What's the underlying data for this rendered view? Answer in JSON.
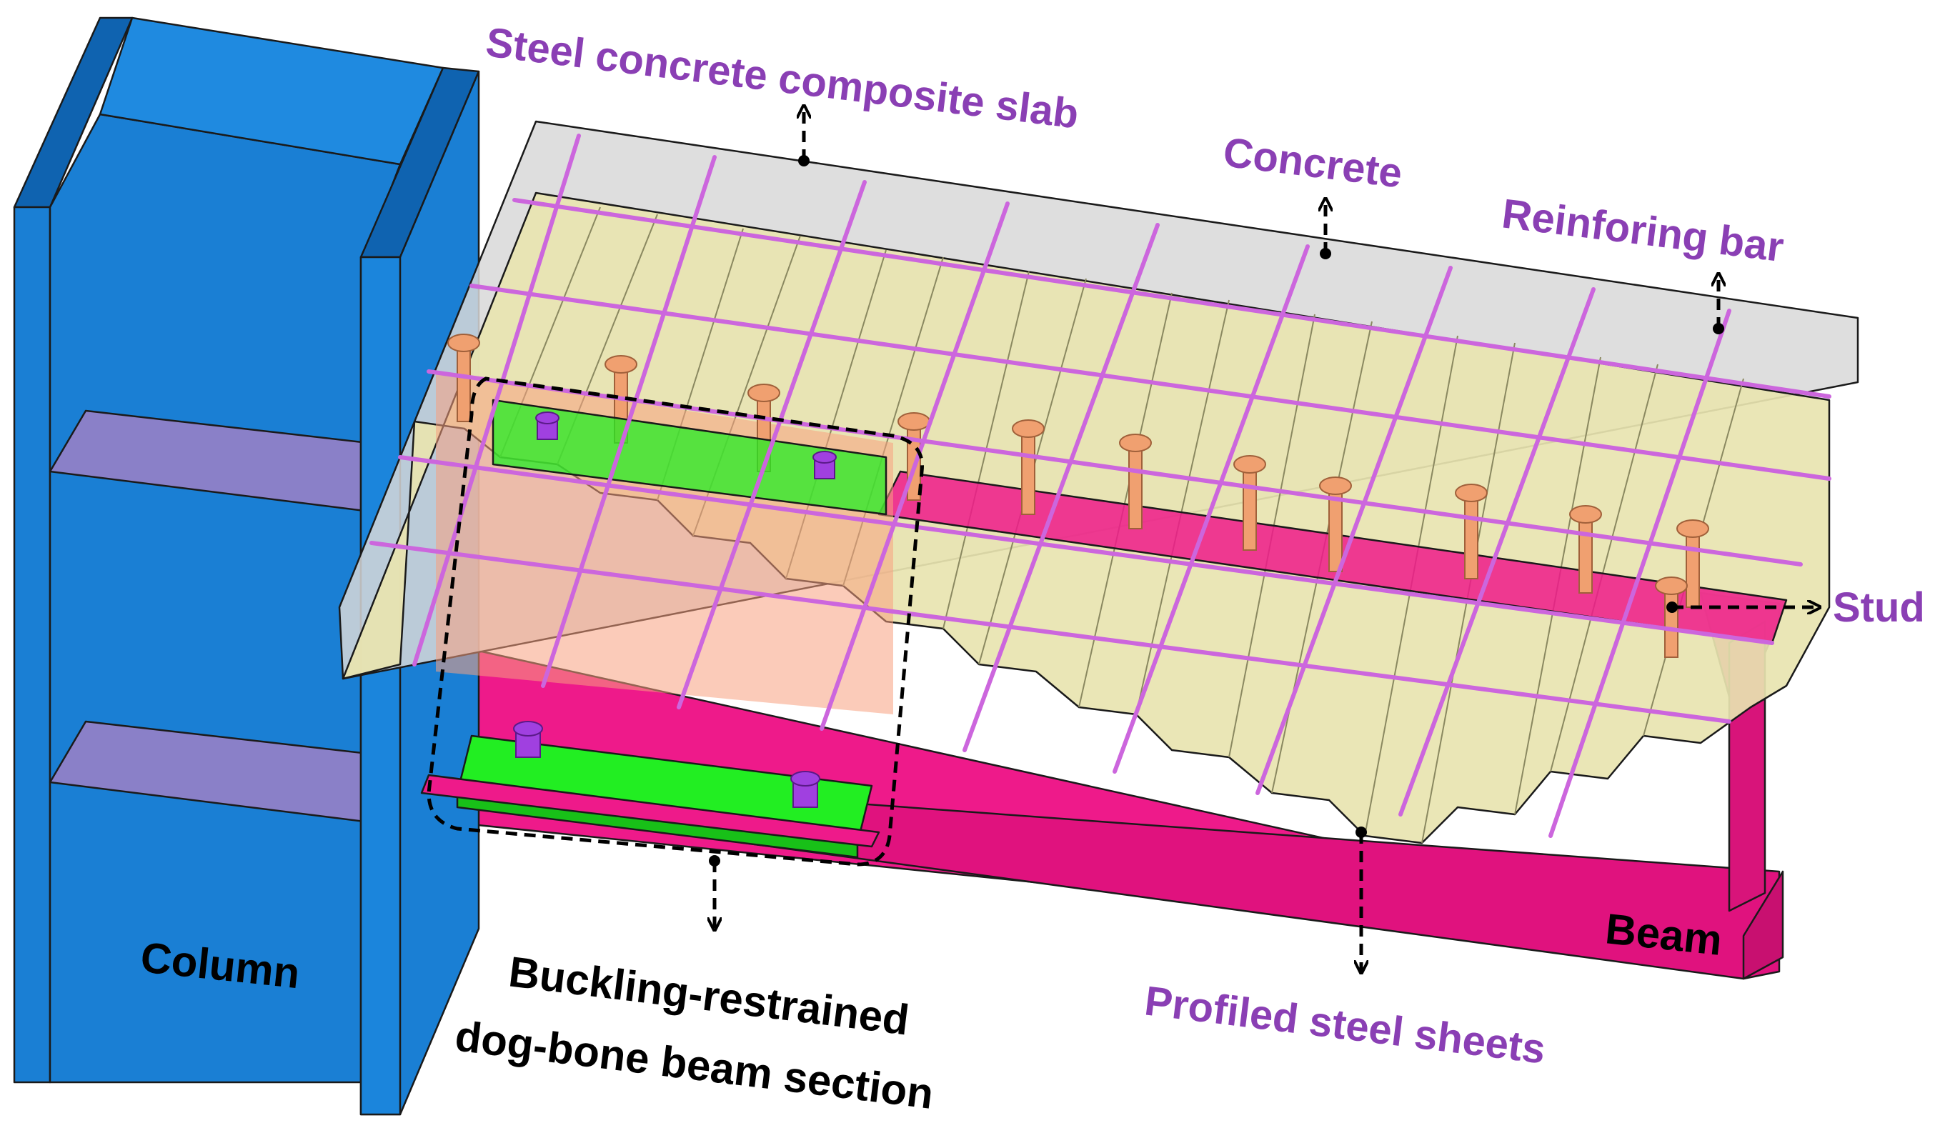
{
  "labels": {
    "composite_slab": "Steel concrete composite slab",
    "concrete": "Concrete",
    "reinforcing_bar": "Reinforing bar",
    "stud": "Stud",
    "column": "Column",
    "beam": "Beam",
    "buckling_line1": "Buckling-restrained",
    "buckling_line2": "dog-bone beam section",
    "profiled_sheets": "Profiled steel sheets"
  },
  "colors": {
    "column": "#1a7fd4",
    "column_dark": "#0f63b0",
    "stiffener": "#8a80c8",
    "beam": "#ee1a8a",
    "beam_dark": "#c81070",
    "deck": "#e8e4b0",
    "concrete": "#d8d8d8",
    "rebar": "#cc66dd",
    "stud": "#f0a070",
    "restrainer": "#22ee22",
    "bolt": "#a040e0",
    "label_purple": "#8a3fb4"
  }
}
